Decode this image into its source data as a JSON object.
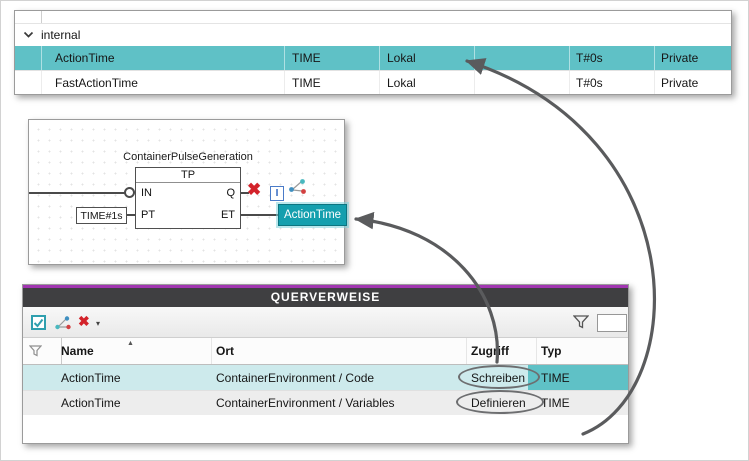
{
  "declaration_table": {
    "group_label": "internal",
    "rows": [
      {
        "name": "ActionTime",
        "datatype": "TIME",
        "scope": "Lokal",
        "address": "",
        "init": "T#0s",
        "attributes": "Private"
      },
      {
        "name": "FastActionTime",
        "datatype": "TIME",
        "scope": "Lokal",
        "address": "",
        "init": "T#0s",
        "attributes": "Private"
      }
    ]
  },
  "fbd": {
    "instance_label": "ContainerPulseGeneration",
    "block_title": "TP",
    "pin_in": "IN",
    "pin_pt": "PT",
    "pin_q": "Q",
    "pin_et": "ET",
    "pt_operand": "TIME#1s",
    "et_operand": "ActionTime",
    "watch_glyph": "I",
    "delete_glyph": "✖"
  },
  "cross_reference": {
    "title": "QUERVERWEISE",
    "headers": {
      "name": "Name",
      "ort": "Ort",
      "zugriff": "Zugriff",
      "typ": "Typ"
    },
    "toolbar": {
      "delete_glyph": "✖",
      "caret_glyph": "▾"
    },
    "sort_glyph": "▲",
    "rows": [
      {
        "name": "ActionTime",
        "ort": "ContainerEnvironment / Code",
        "zugriff": "Schreiben",
        "typ": "TIME"
      },
      {
        "name": "ActionTime",
        "ort": "ContainerEnvironment / Variables",
        "zugriff": "Definieren",
        "typ": "TIME"
      }
    ]
  },
  "colors": {
    "selection_teal": "#5fc1c6",
    "row_highlight_teal": "#cdeaec",
    "operand_button_teal": "#149fae",
    "accent_purple": "#a136b1",
    "arrow_gray": "#5a5b5d",
    "delete_red": "#d3222a"
  }
}
